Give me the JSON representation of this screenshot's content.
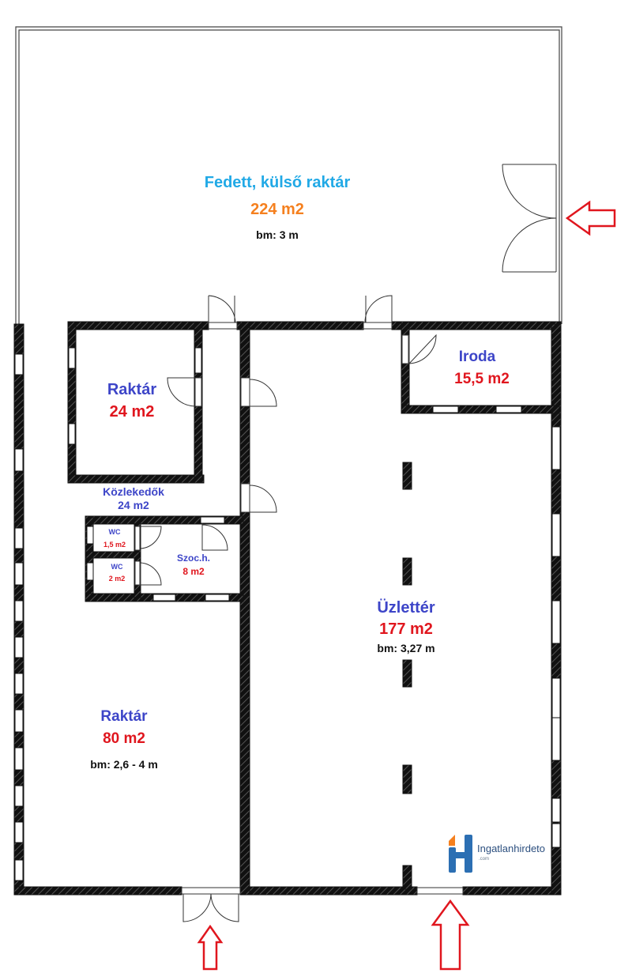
{
  "rooms": {
    "covered_storage": {
      "name": "Fedett, külső raktár",
      "area": "224 m2",
      "height": "bm: 3 m"
    },
    "storage_small": {
      "name": "Raktár",
      "area": "24 m2"
    },
    "corridor": {
      "name": "Közlekedők",
      "area": "24 m2"
    },
    "wc1": {
      "name": "WC",
      "area": "1,5 m2"
    },
    "wc2": {
      "name": "WC",
      "area": "2 m2"
    },
    "social": {
      "name": "Szoc.h.",
      "area": "8 m2"
    },
    "office": {
      "name": "Iroda",
      "area": "15,5 m2"
    },
    "shop": {
      "name": "Üzlettér",
      "area": "177 m2",
      "height": "bm: 3,27 m"
    },
    "storage_large": {
      "name": "Raktár",
      "area": "80 m2",
      "height": "bm: 2,6 - 4 m"
    }
  },
  "logo": {
    "text": "Ingatlanhirdeto",
    "subtext": ".com"
  },
  "colors": {
    "name_blue": "#3d45c8",
    "area_red": "#e0161e",
    "title_cyan": "#21a9e6",
    "area_orange": "#f5801f",
    "arrow_red": "#e0161e",
    "wall": "#111111"
  },
  "icons": [
    "entrance-arrow-icon",
    "door-swing-icon",
    "logo-house-icon"
  ]
}
